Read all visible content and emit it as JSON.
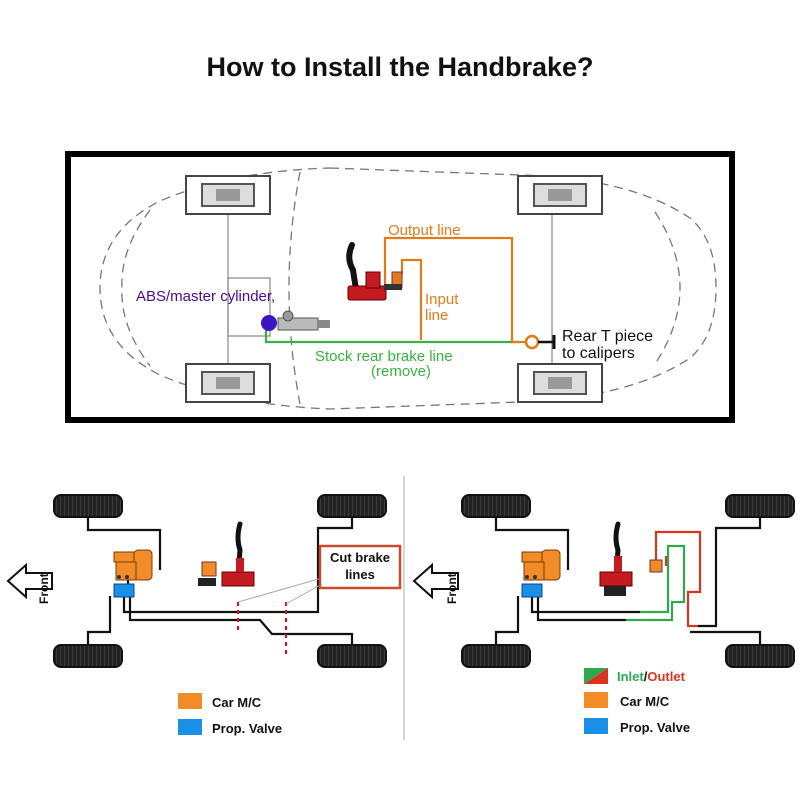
{
  "title": "How to Install the Handbrake?",
  "top_diagram": {
    "labels": {
      "abs": "ABS/master cylinder,",
      "output": "Output line",
      "input_1": "Input",
      "input_2": "line",
      "stock_1": "Stock rear brake line",
      "stock_2": "(remove)",
      "rear_1": "Rear T piece",
      "rear_2": "to calipers"
    },
    "colors": {
      "output_line": "#e07b1a",
      "stock_line": "#3cb043",
      "abs_label": "#4b0a8c",
      "abs_dot": "#3b14c4"
    }
  },
  "bottom_left": {
    "front_label": "Front",
    "cut_label_1": "Cut brake",
    "cut_label_2": "lines",
    "legend": [
      {
        "label": "Car M/C",
        "color": "#f28c28"
      },
      {
        "label": "Prop. Valve",
        "color": "#1a8fe8"
      }
    ]
  },
  "bottom_right": {
    "front_label": "Front",
    "inlet_label": "Inlet",
    "slash": "/",
    "outlet_label": "Outlet",
    "legend": [
      {
        "label": "Car M/C",
        "color": "#f28c28"
      },
      {
        "label": "Prop. Valve",
        "color": "#1a8fe8"
      }
    ],
    "colors": {
      "inlet": "#2fa84f",
      "outlet": "#d9341f"
    }
  }
}
